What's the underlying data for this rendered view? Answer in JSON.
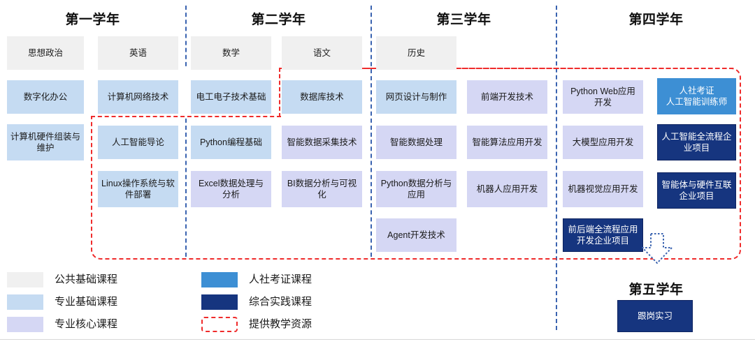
{
  "years": [
    {
      "id": "year-1",
      "title": "第一学年"
    },
    {
      "id": "year-2",
      "title": "第二学年"
    },
    {
      "id": "year-3",
      "title": "第三学年"
    },
    {
      "id": "year-4",
      "title": "第四学年"
    },
    {
      "id": "year-5",
      "title": "第五学年"
    }
  ],
  "courses": {
    "y1c1r1": "思想政治",
    "y1c1r2": "数字化办公",
    "y1c1r3": "计算机硬件组装与维护",
    "y1c2r1": "英语",
    "y1c2r2": "计算机网络技术",
    "y1c2r3": "人工智能导论",
    "y1c2r4": "Linux操作系统与软件部署",
    "y2c1r1": "数学",
    "y2c1r2": "电工电子技术基础",
    "y2c1r3": "Python编程基础",
    "y2c1r4": "Excel数据处理与分析",
    "y2c2r1": "语文",
    "y2c2r2": "数据库技术",
    "y2c2r3": "智能数据采集技术",
    "y2c2r4": "BI数据分析与可视化",
    "y3c1r1": "历史",
    "y3c1r2": "网页设计与制作",
    "y3c1r3": "智能数据处理",
    "y3c1r4": "Python数据分析与应用",
    "y3c1r5": "Agent开发技术",
    "y3c2r2": "前端开发技术",
    "y3c2r3": "智能算法应用开发",
    "y3c2r4": "机器人应用开发",
    "y4c1r2": "Python Web应用开发",
    "y4c1r3": "大模型应用开发",
    "y4c1r4": "机器视觉应用开发",
    "y4c1r5": "前后端全流程应用开发企业项目",
    "y4c2r2": "人社考证\n人工智能训练师",
    "y4c2r3": "人工智能全流程企业项目",
    "y4c2r4": "智能体与硬件互联企业项目",
    "y5internship": "跟岗实习"
  },
  "legend": {
    "items": [
      {
        "label": "公共基础课程",
        "color": "#f0f0f0",
        "kind": "fill"
      },
      {
        "label": "专业基础课程",
        "color": "#c5dbf2",
        "kind": "fill"
      },
      {
        "label": "专业核心课程",
        "color": "#d5d7f4",
        "kind": "fill"
      },
      {
        "label": "人社考证课程",
        "color": "#3d8fd4",
        "kind": "fill"
      },
      {
        "label": "综合实践课程",
        "color": "#16357f",
        "kind": "fill"
      },
      {
        "label": "提供教学资源",
        "color": "#ef2b2b",
        "kind": "dashed-outline"
      }
    ]
  },
  "colors": {
    "public_course": "#f0f0f0",
    "base_course": "#c5dbf2",
    "core_course": "#d5d7f4",
    "cert_course": "#3d8fd4",
    "practice_course": "#16357f",
    "resource_boundary": "#ef2b2b",
    "year_divider": "#3a63b0",
    "arrow": "#3a63b0"
  }
}
